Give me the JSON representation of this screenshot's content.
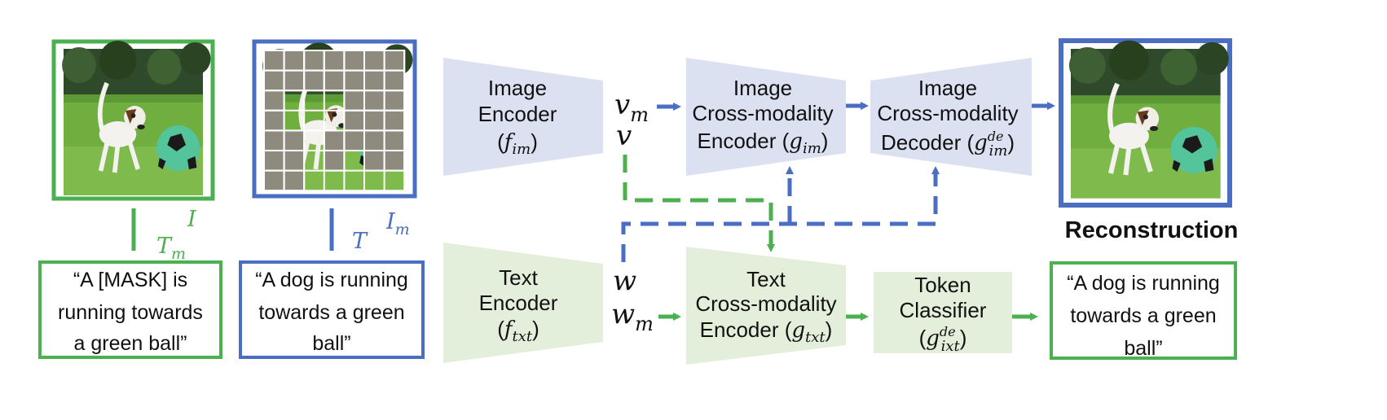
{
  "colors": {
    "green": "#4caf50",
    "blue": "#4a6ec1",
    "image_block": "#dbe1f0",
    "text_block": "#e4efdb",
    "mask_patch": "#8f8a7e",
    "sky": "#2f4a2a",
    "grass": "#6fae3f"
  },
  "icons": {
    "dog_image": "dog-with-soccer-ball-photo",
    "masked_image": "masked-dog-photo-grid",
    "reconstructed_image": "reconstructed-dog-photo"
  },
  "pairs": {
    "left": {
      "image_label": "I",
      "text_label_main": "T",
      "text_label_sub": "m",
      "caption_lines": [
        "“A [MASK] is",
        "running towards",
        "a green ball”"
      ]
    },
    "middle": {
      "image_label_main": "I",
      "image_label_sub": "m",
      "text_label": "T",
      "caption_lines": [
        "“A dog is running",
        "towards a green",
        "ball”"
      ]
    }
  },
  "image_encoder": {
    "line1": "Image",
    "line2": "Encoder",
    "fn_main": "f",
    "fn_sub": "im"
  },
  "text_encoder": {
    "line1": "Text",
    "line2": "Encoder",
    "fn_main": "f",
    "fn_sub": "txt"
  },
  "image_cross_encoder": {
    "line1": "Image",
    "line2": "Cross-modality",
    "line3_prefix": "Encoder (",
    "fn_main": "g",
    "fn_sub": "im"
  },
  "image_cross_decoder": {
    "line1": "Image",
    "line2": "Cross-modality",
    "line3_prefix": "Decoder (",
    "fn_main": "g",
    "fn_sub": "im",
    "fn_sup": "de"
  },
  "text_cross_encoder": {
    "line1": "Text",
    "line2": "Cross-modality",
    "line3_prefix": "Encoder (",
    "fn_main": "g",
    "fn_sub": "txt"
  },
  "token_classifier": {
    "line1": "Token",
    "line2": "Classifier",
    "fn_main": "g",
    "fn_sub": "ixt",
    "fn_sup": "de"
  },
  "features": {
    "v_m_main": "v",
    "v_m_sub": "m",
    "v": "v",
    "w": "w",
    "w_m_main": "w",
    "w_m_sub": "m"
  },
  "output": {
    "reconstruction_label": "Reconstruction",
    "caption_lines": [
      "“A dog is running",
      "towards a green",
      "ball”"
    ]
  }
}
